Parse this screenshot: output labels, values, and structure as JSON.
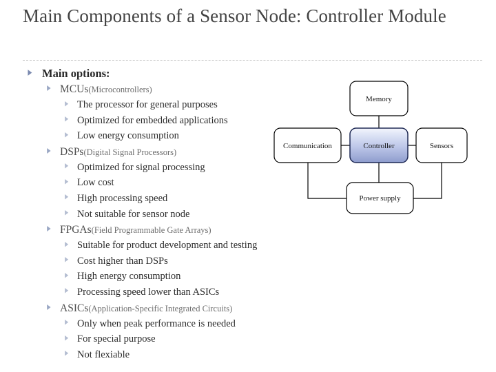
{
  "slide": {
    "title": "Main Components of a Sensor Node: Controller Module",
    "title_color": "#434343",
    "rule_color": "#c9c9c9",
    "background": "#ffffff"
  },
  "bullets": {
    "bullet_glyph": "triangle-right",
    "bullet_color_l1": "#7b8ab0",
    "bullet_color_l2": "#9aa7c4",
    "bullet_color_l3": "#b4bdd1",
    "items": [
      {
        "level": 1,
        "text": "Main options:"
      },
      {
        "level": 2,
        "text": "MCUs ",
        "sub": "(Microcontrollers)"
      },
      {
        "level": 3,
        "text": "The processor for general purposes"
      },
      {
        "level": 3,
        "text": "Optimized for embedded applications"
      },
      {
        "level": 3,
        "text": "Low energy consumption"
      },
      {
        "level": 2,
        "text": "DSPs ",
        "sub": "(Digital Signal Processors)"
      },
      {
        "level": 3,
        "text": "Optimized for signal processing"
      },
      {
        "level": 3,
        "text": "Low cost"
      },
      {
        "level": 3,
        "text": "High processing speed"
      },
      {
        "level": 3,
        "text": "Not suitable for sensor node"
      },
      {
        "level": 2,
        "text": "FPGAs ",
        "sub": "(Field Programmable Gate Arrays)"
      },
      {
        "level": 3,
        "text": "Suitable for product development and testing"
      },
      {
        "level": 3,
        "text": "Cost higher than DSPs"
      },
      {
        "level": 3,
        "text": "High energy consumption"
      },
      {
        "level": 3,
        "text": "Processing speed lower than ASICs"
      },
      {
        "level": 2,
        "text": "ASICs ",
        "sub": "(Application-Specific Integrated Circuits)"
      },
      {
        "level": 3,
        "text": "Only when peak performance is needed"
      },
      {
        "level": 3,
        "text": "For special purpose"
      },
      {
        "level": 3,
        "text": "Not flexiable"
      }
    ]
  },
  "diagram": {
    "line_color": "#000000",
    "box_fill": "#ffffff",
    "box_stroke": "#000000",
    "highlight_stroke": "#1f2a55",
    "highlight_gradient_top": "#f2f4fb",
    "highlight_gradient_bottom": "#93a0d2",
    "nodes": {
      "memory": "Memory",
      "communication": "Communication",
      "controller": "Controller",
      "sensors": "Sensors",
      "power_supply": "Power supply"
    }
  }
}
